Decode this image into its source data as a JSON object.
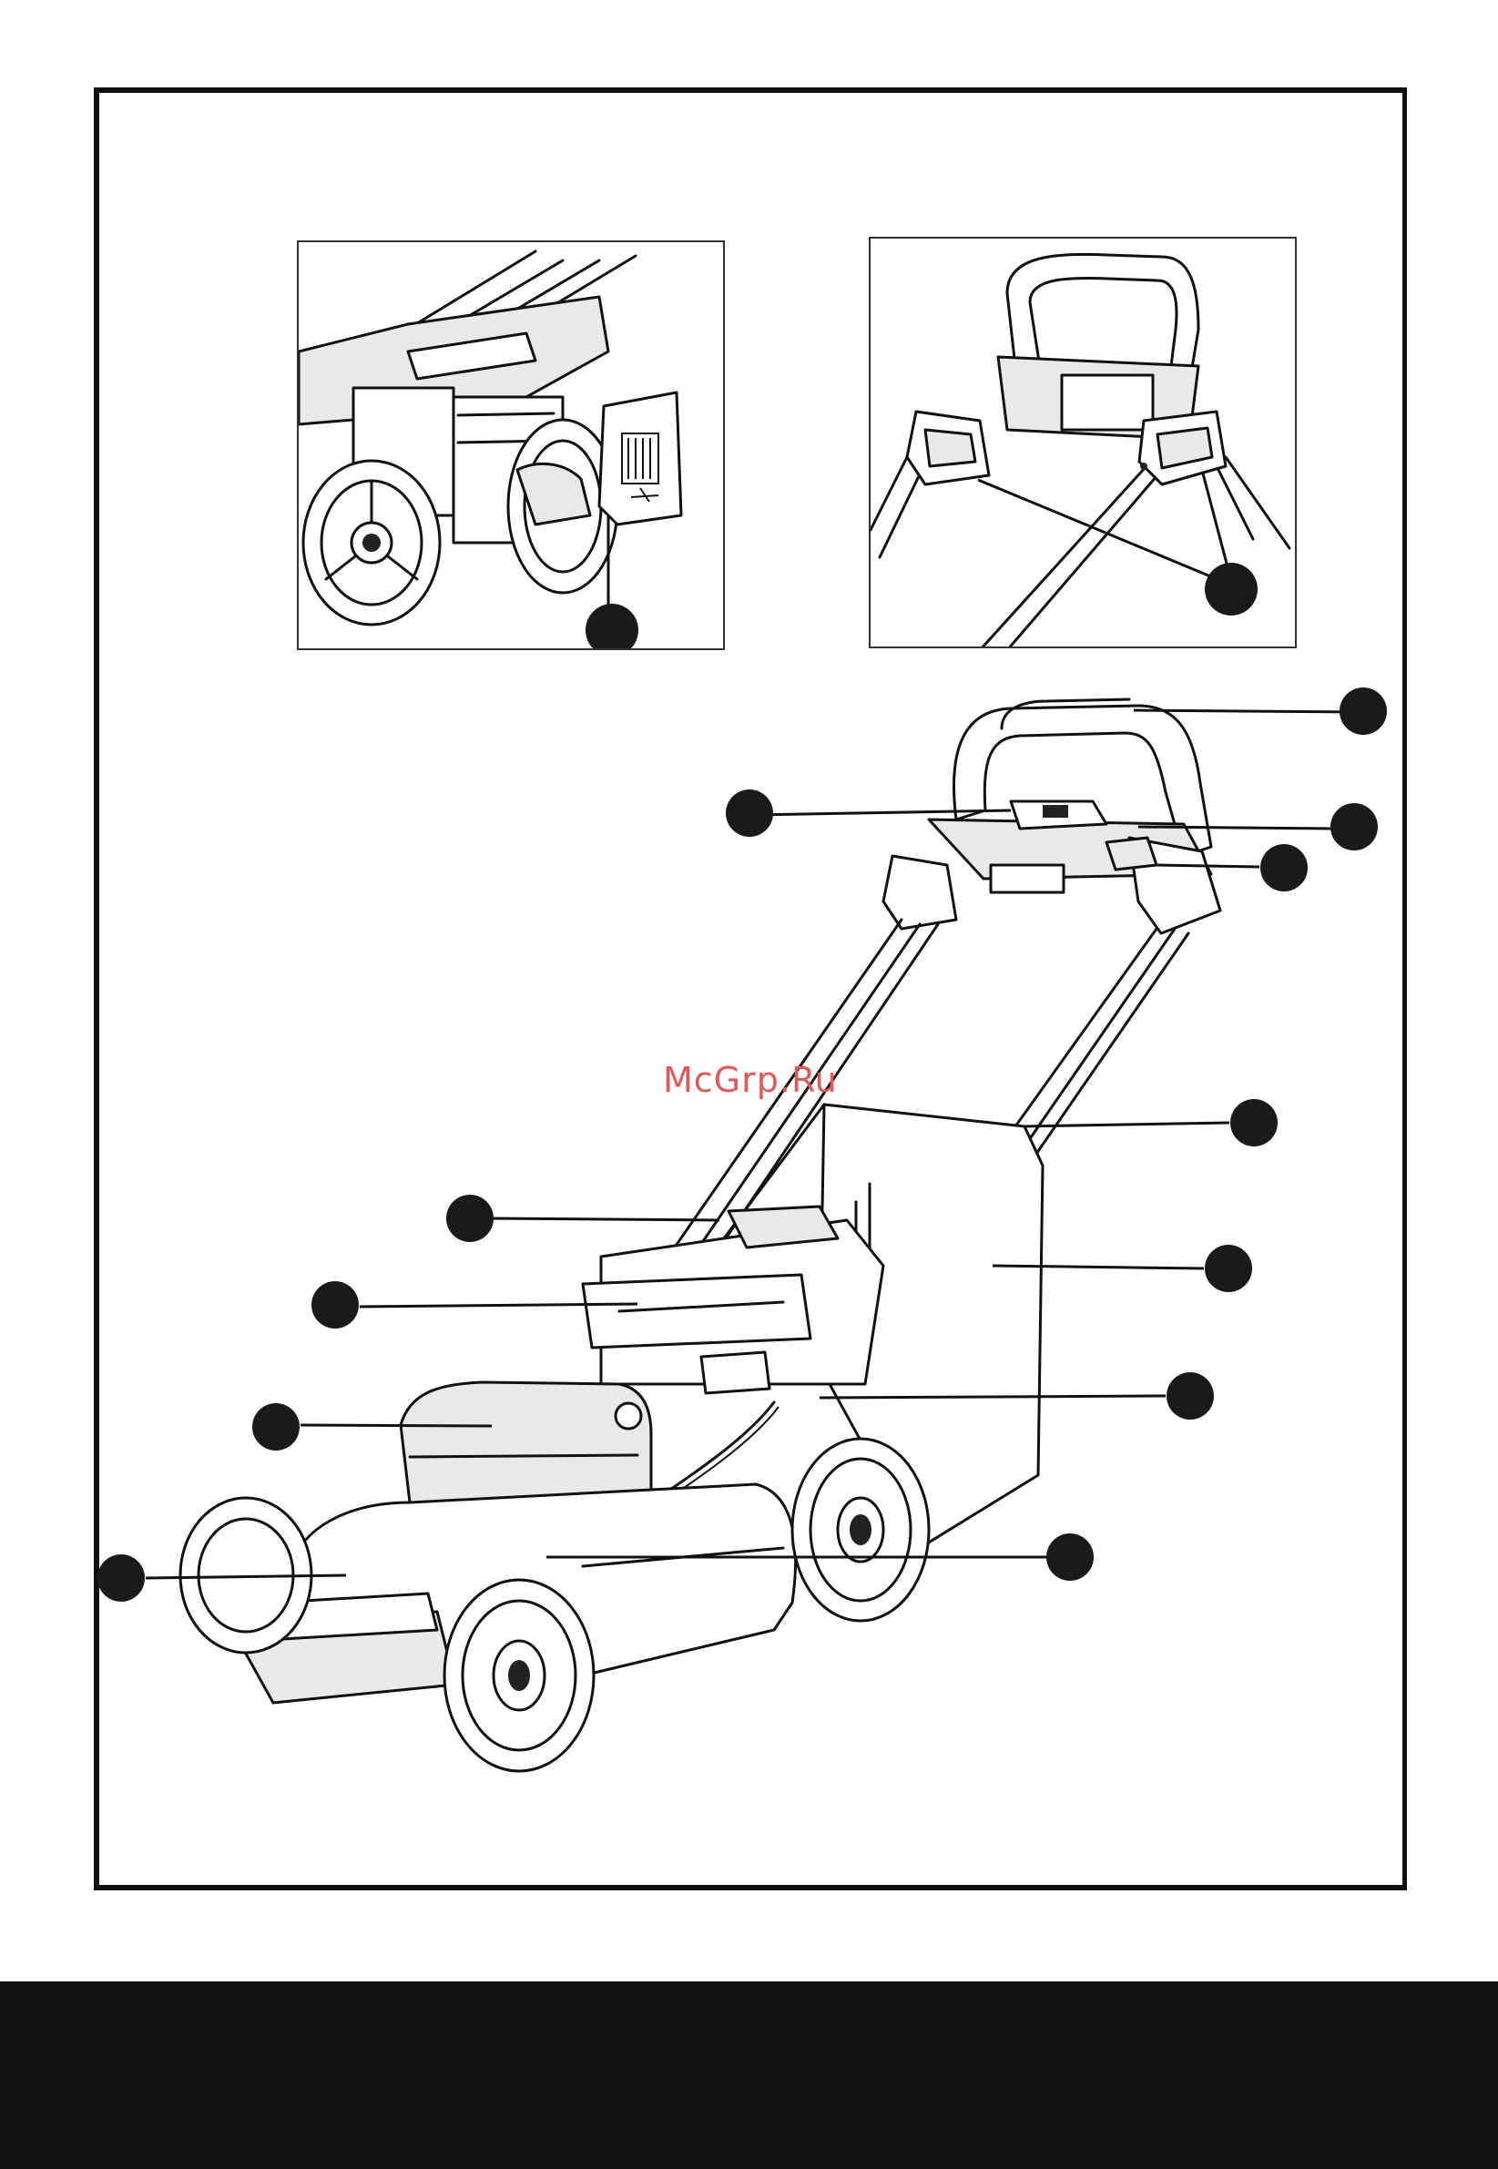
{
  "watermark": {
    "text": "McGrp.Ru",
    "color": "#e05a57"
  },
  "colors": {
    "ink": "#111111",
    "footer_band": "#111111",
    "paper": "#ffffff"
  },
  "callouts": [
    {
      "id": "inset-left-marker",
      "label": ""
    },
    {
      "id": "inset-right-marker",
      "label": ""
    },
    {
      "id": "handle-top",
      "label": ""
    },
    {
      "id": "control-box",
      "label": ""
    },
    {
      "id": "handle-right-upper",
      "label": ""
    },
    {
      "id": "handle-right-lower",
      "label": ""
    },
    {
      "id": "grass-bag-top",
      "label": ""
    },
    {
      "id": "grass-bag-side",
      "label": ""
    },
    {
      "id": "battery-cover",
      "label": ""
    },
    {
      "id": "frame-bar",
      "label": ""
    },
    {
      "id": "height-adjust",
      "label": ""
    },
    {
      "id": "battery",
      "label": ""
    },
    {
      "id": "rear-wheel",
      "label": ""
    },
    {
      "id": "front-bumper",
      "label": ""
    },
    {
      "id": "deck-side",
      "label": ""
    }
  ]
}
